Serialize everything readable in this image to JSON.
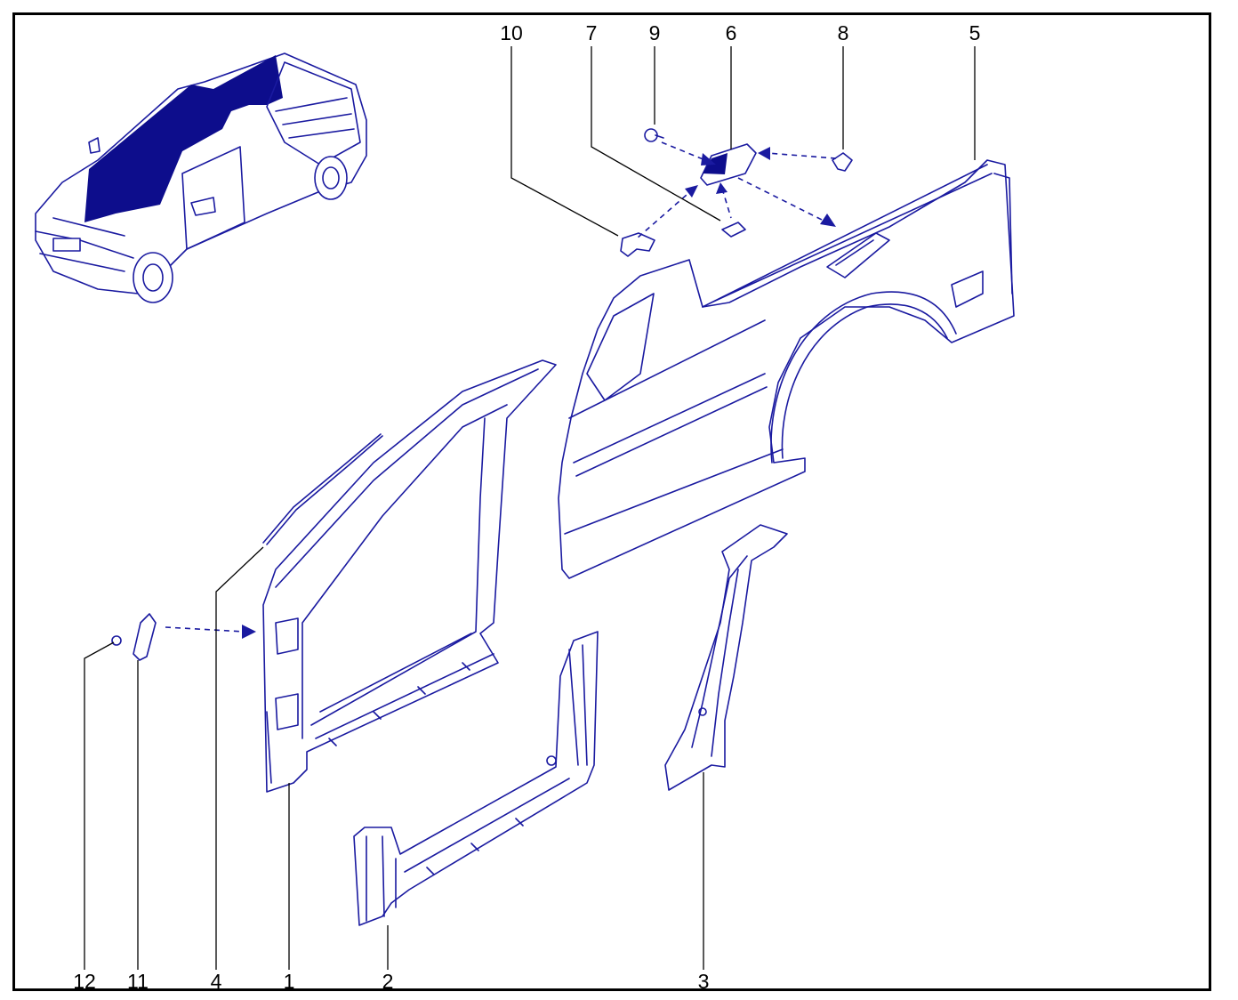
{
  "callouts": {
    "c1": "1",
    "c2": "2",
    "c3": "3",
    "c4": "4",
    "c5": "5",
    "c6": "6",
    "c7": "7",
    "c8": "8",
    "c9": "9",
    "c10": "10",
    "c11": "11",
    "c12": "12"
  },
  "colors": {
    "line": "#1a1aa0",
    "highlight": "#0d0d8c",
    "frame": "#000000"
  },
  "icons": {
    "vehicle": "pickup-vehicle-icon"
  }
}
